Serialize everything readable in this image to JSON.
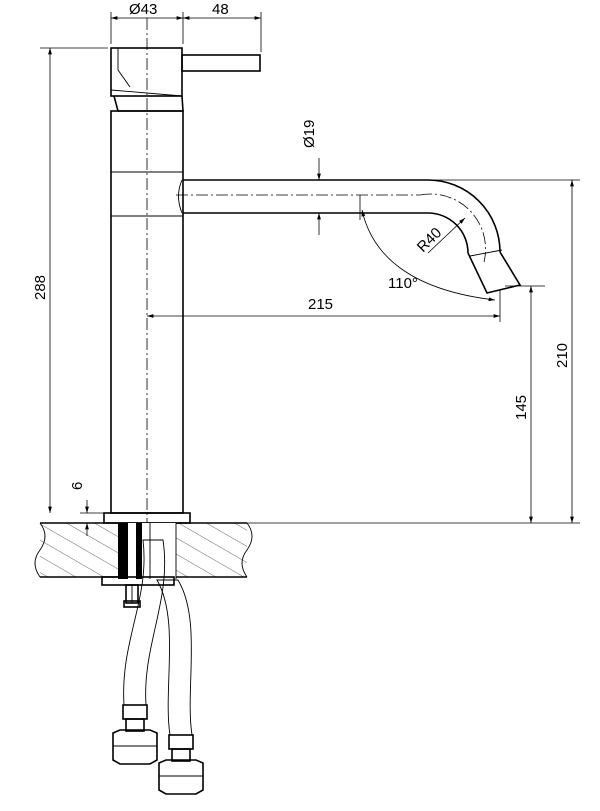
{
  "dimensions": {
    "body_diameter": "Ø43",
    "handle_length": "48",
    "spout_diameter": "Ø19",
    "bend_radius": "R40",
    "spout_angle": "110°",
    "spout_reach": "215",
    "total_height": "288",
    "spout_height": "210",
    "outlet_height": "145",
    "base_thickness": "6"
  }
}
